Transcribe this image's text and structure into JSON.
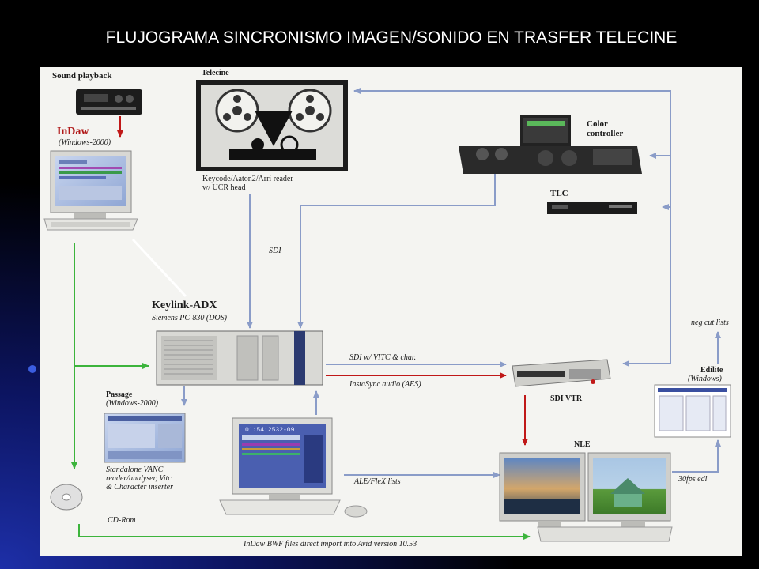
{
  "slide": {
    "title": "FLUJOGRAMA SINCRONISMO IMAGEN/SONIDO EN TRASFER TELECINE"
  },
  "devices": {
    "sound_playback": "Sound playback",
    "indaw": "InDaw",
    "indaw_os": "(Windows-2000)",
    "telecine": "Telecine",
    "telecine_reader_1": "Keycode/Aaton2/Arri reader",
    "telecine_reader_2": "w/ UCR head",
    "color_controller_1": "Color",
    "color_controller_2": "controller",
    "tlc": "TLC",
    "keylink": "Keylink-ADX",
    "keylink_sub": "Siemens PC-830 (DOS)",
    "passage": "Passage",
    "passage_os": "(Windows-2000)",
    "passage_desc_1": "Standalone VANC",
    "passage_desc_2": "reader/analyser, Vitc",
    "passage_desc_3": "& Character inserter",
    "cdrom": "CD-Rom",
    "sdi_vtr": "SDI VTR",
    "nle": "NLE",
    "edilite": "Edilite",
    "edilite_os": "(Windows)",
    "monitor_readout": "01:54:2532-09"
  },
  "links": {
    "sdi": "SDI",
    "sdi_vitc": "SDI w/ VITC & char.",
    "instasync": "InstaSync audio (AES)",
    "ale_flex": "ALE/FleX lists",
    "fps_edl": "30fps edl",
    "neg_cut": "neg cut lists",
    "bwf_import": "InDaw BWF files direct import into Avid version 10.53"
  },
  "colors": {
    "blue_link": "#8a9cc8",
    "red_link": "#c01818",
    "green_link": "#3cb43c"
  }
}
